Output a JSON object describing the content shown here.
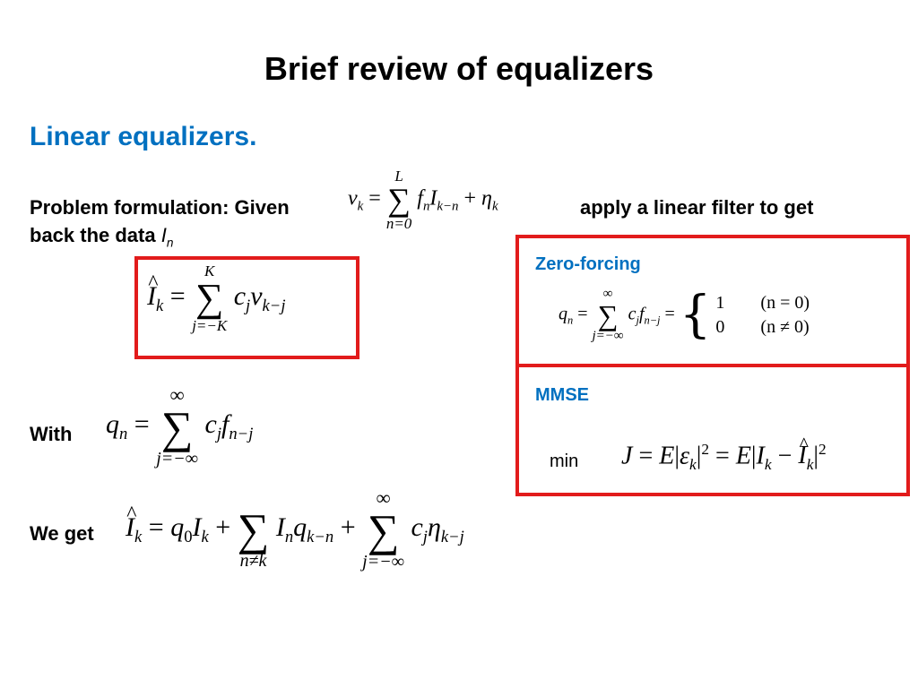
{
  "slide": {
    "title": "Brief review of equalizers",
    "subtitle": "Linear equalizers."
  },
  "problem": {
    "text_before": "Problem formulation: Given",
    "text_after": "apply a linear filter to get",
    "text_line2": "back the data",
    "data_symbol": "I",
    "data_subscript": "n"
  },
  "labels": {
    "with": "With",
    "we_get": "We get"
  },
  "zero_forcing": {
    "heading": "Zero-forcing",
    "case1_value": "1",
    "case1_cond": "(n = 0)",
    "case2_value": "0",
    "case2_cond": "(n ≠ 0)"
  },
  "mmse": {
    "heading": "MMSE",
    "min_label": "min"
  },
  "colors": {
    "accent": "#0070c0",
    "box_border": "#e21b1b"
  }
}
